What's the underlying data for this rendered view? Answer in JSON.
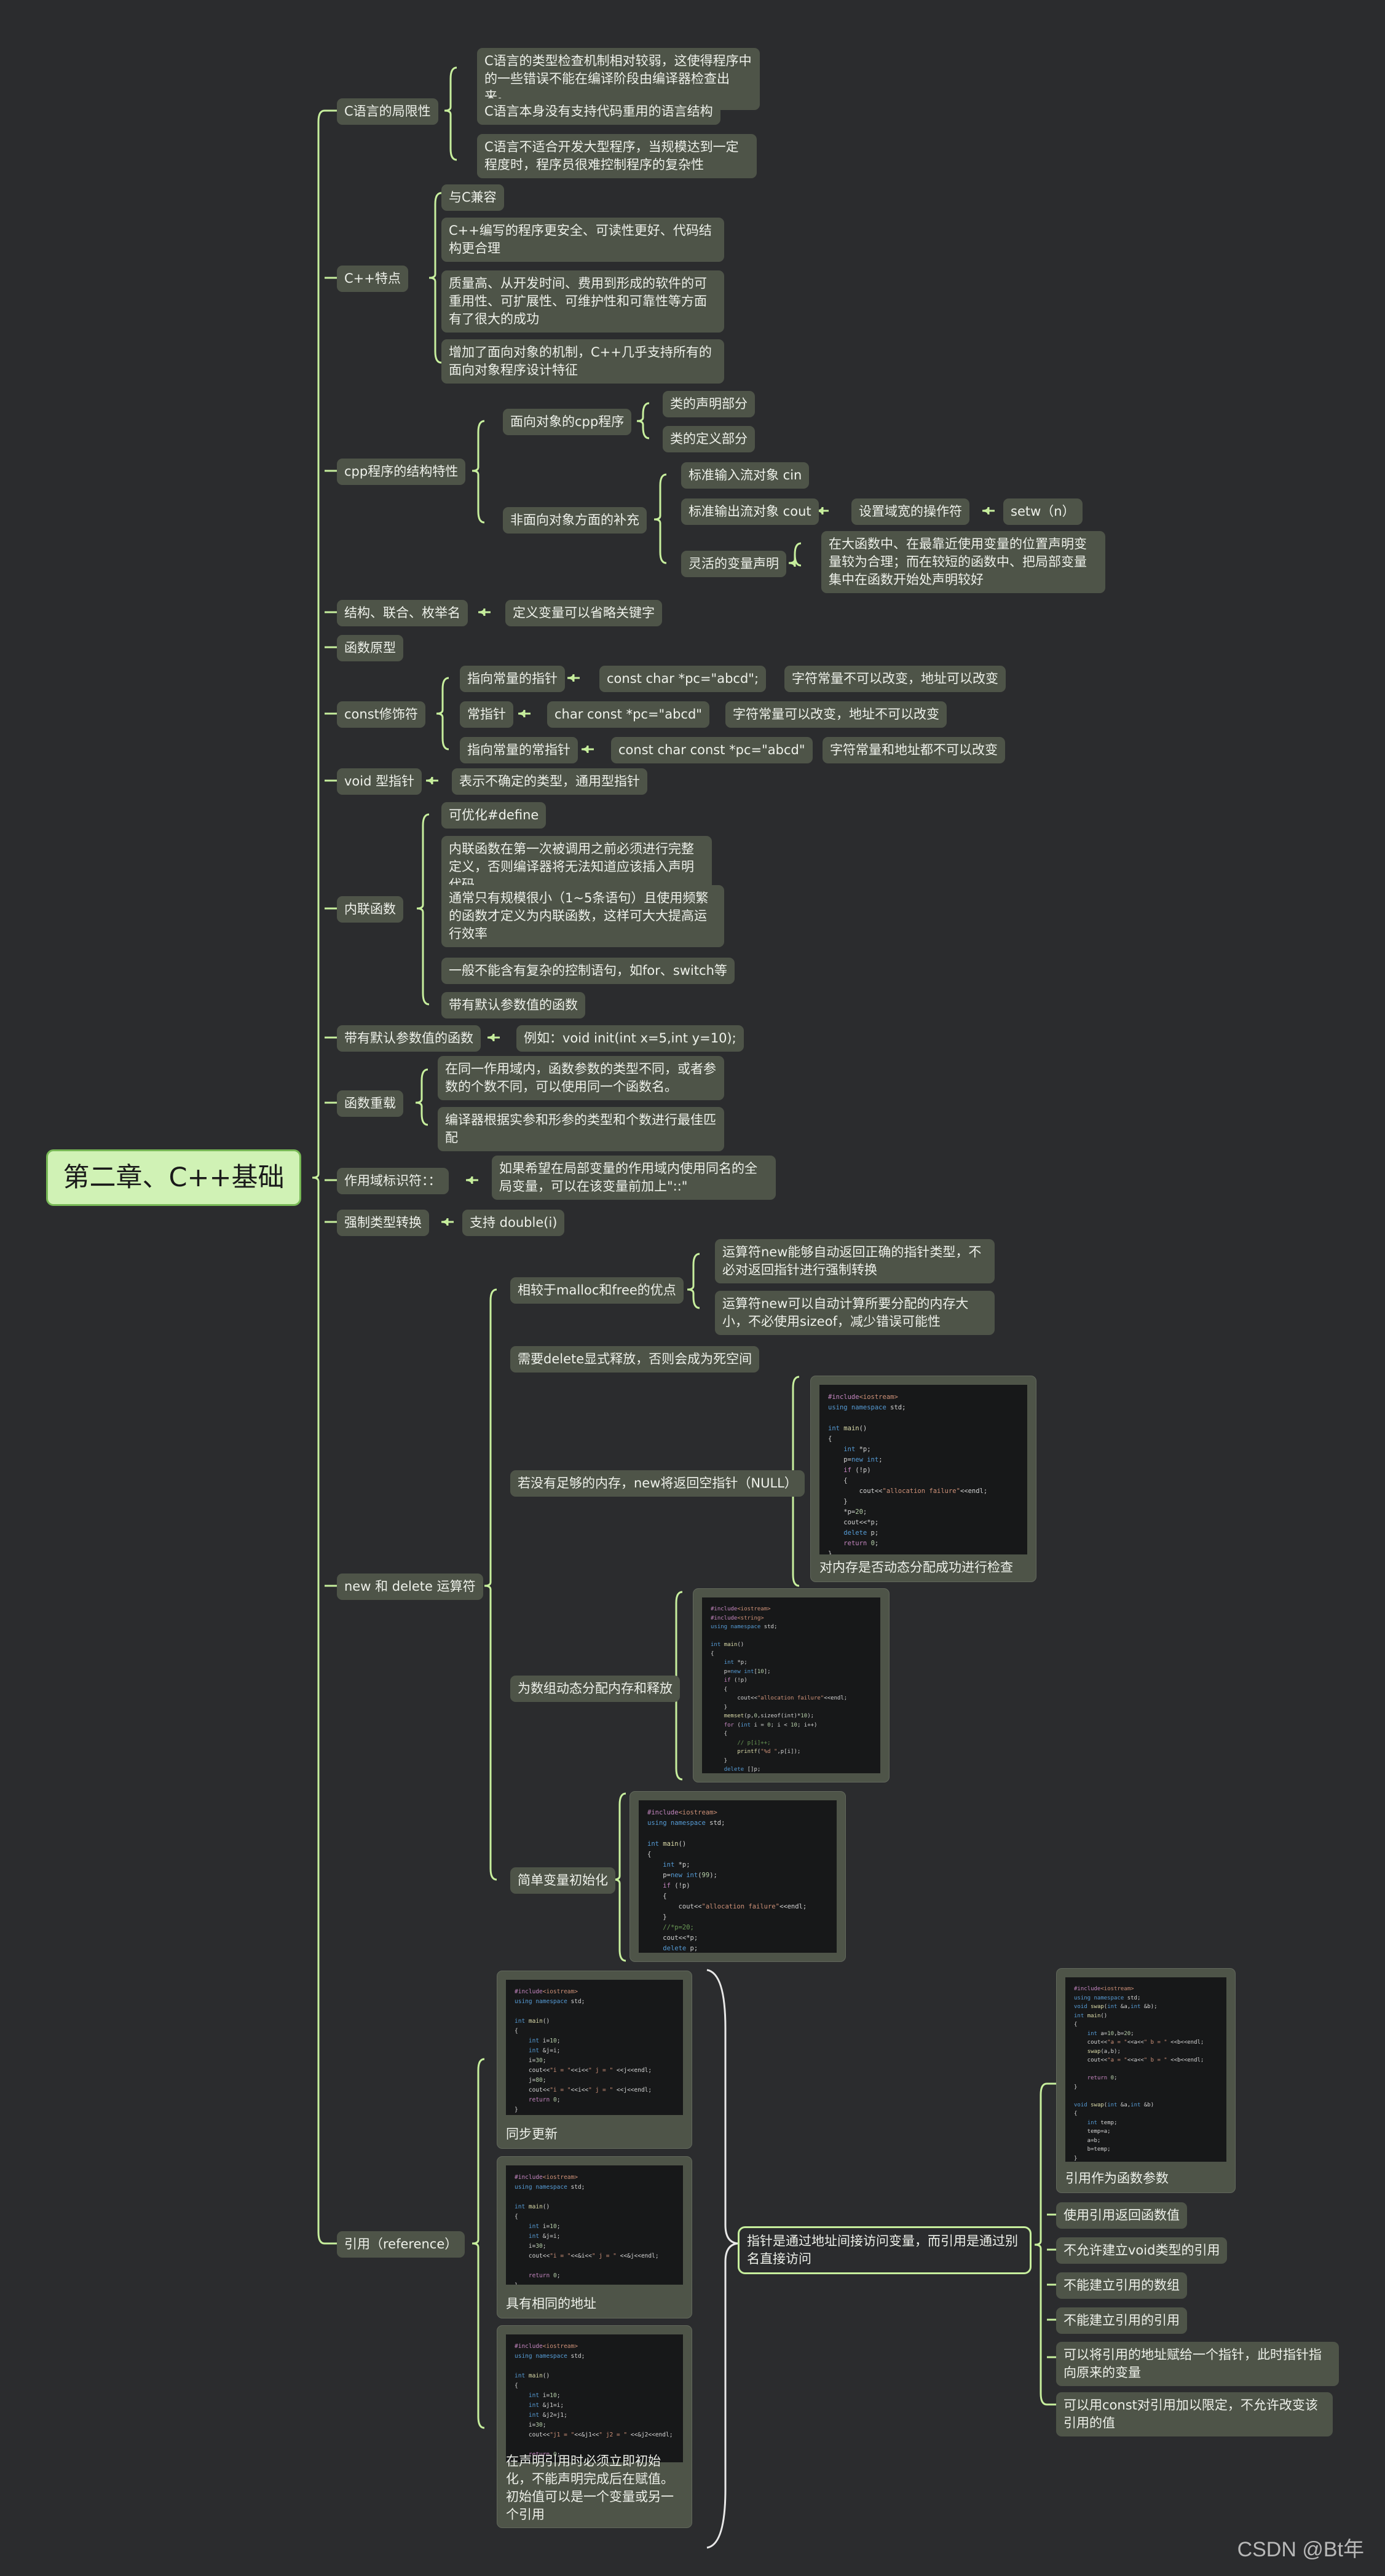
{
  "root": "第二章、C++基础",
  "watermark": "CSDN @Bt年",
  "nodes": {
    "a": "C语言的局限性",
    "a1": "C语言的类型检查机制相对较弱，这使得程序中的一些错误不能在编译阶段由编译器检查出来。",
    "a2": "C语言本身没有支持代码重用的语言结构",
    "a3": "C语言不适合开发大型程序，当规模达到一定程度时，程序员很难控制程序的复杂性",
    "b": "C++特点",
    "b1": "与C兼容",
    "b2": "C++编写的程序更安全、可读性更好、代码结构更合理",
    "b3": "质量高、从开发时间、费用到形成的软件的可重用性、可扩展性、可维护性和可靠性等方面有了很大的成功",
    "b4": "增加了面向对象的机制，C++几乎支持所有的面向对象程序设计特征",
    "c": "cpp程序的结构特性",
    "c1": "面向对象的cpp程序",
    "c11": "类的声明部分",
    "c12": "类的定义部分",
    "c2": "非面向对象方面的补充",
    "c21": "标准输入流对象 cin",
    "c22": "标准输出流对象 cout",
    "c221": "设置域宽的操作符",
    "c222": "setw（n）",
    "c23": "灵活的变量声明",
    "c231": "在大函数中、在最靠近使用变量的位置声明变量较为合理；而在较短的函数中、把局部变量集中在函数开始处声明较好",
    "d": "结构、联合、枚举名",
    "d1": "定义变量可以省略关键字",
    "e": "函数原型",
    "f": "const修饰符",
    "f1": "指向常量的指针",
    "f11": "const char *pc=\"abcd\";",
    "f12": "字符常量不可以改变，地址可以改变",
    "f2": "常指针",
    "f21": "char const *pc=\"abcd\"",
    "f22": "字符常量可以改变，地址不可以改变",
    "f3": "指向常量的常指针",
    "f31": "const char const *pc=\"abcd\"",
    "f32": "字符常量和地址都不可以改变",
    "g": "void 型指针",
    "g1": "表示不确定的类型，通用型指针",
    "h": "内联函数",
    "h1": "可优化#define",
    "h2": "内联函数在第一次被调用之前必须进行完整定义，否则编译器将无法知道应该插入声明代码",
    "h3": "通常只有规模很小（1~5条语句）且使用频繁的函数才定义为内联函数，这样可大大提高运行效率",
    "h4": "一般不能含有复杂的控制语句，如for、switch等",
    "h5": "带有默认参数值的函数",
    "i": "带有默认参数值的函数",
    "i1": "例如：void init(int x=5,int y=10);",
    "j": "函数重载",
    "j1": "在同一作用域内，函数参数的类型不同，或者参数的个数不同，可以使用同一个函数名。",
    "j2": "编译器根据实参和形参的类型和个数进行最佳匹配",
    "k": "作用域标识符：：",
    "k1": "如果希望在局部变量的作用域内使用同名的全局变量，可以在该变量前加上\"::\"",
    "l": "强制类型转换",
    "l1": "支持 double(i)",
    "m": "new 和 delete 运算符",
    "m1": "相较于malloc和free的优点",
    "m11": "运算符new能够自动返回正确的指针类型，不必对返回指针进行强制转换",
    "m12": "运算符new可以自动计算所要分配的内存大小，不必使用sizeof，减少错误可能性",
    "m2": "需要delete显式释放，否则会成为死空间",
    "m3": "若没有足够的内存，new将返回空指针（NULL）",
    "m3c": "对内存是否动态分配成功进行检查",
    "m4": "为数组动态分配内存和释放",
    "m5": "简单变量初始化",
    "n": "引用（reference）",
    "n1c": "同步更新",
    "n2c": "具有相同的地址",
    "n3c": "在声明引用时必须立即初始化，不能声明完成后在赋值。初始值可以是一个变量或另一个引用",
    "n4": "指针是通过地址间接访问变量，而引用是通过别名直接访问",
    "n41c": "引用作为函数参数",
    "n42": "使用引用返回函数值",
    "n43": "不允许建立void类型的引用",
    "n44": "不能建立引用的数组",
    "n45": "不能建立引用的引用",
    "n46": "可以将引用的地址赋给一个指针，此时指针指向原来的变量",
    "n47": "可以用const对引用加以限定，不允许改变该引用的值"
  }
}
